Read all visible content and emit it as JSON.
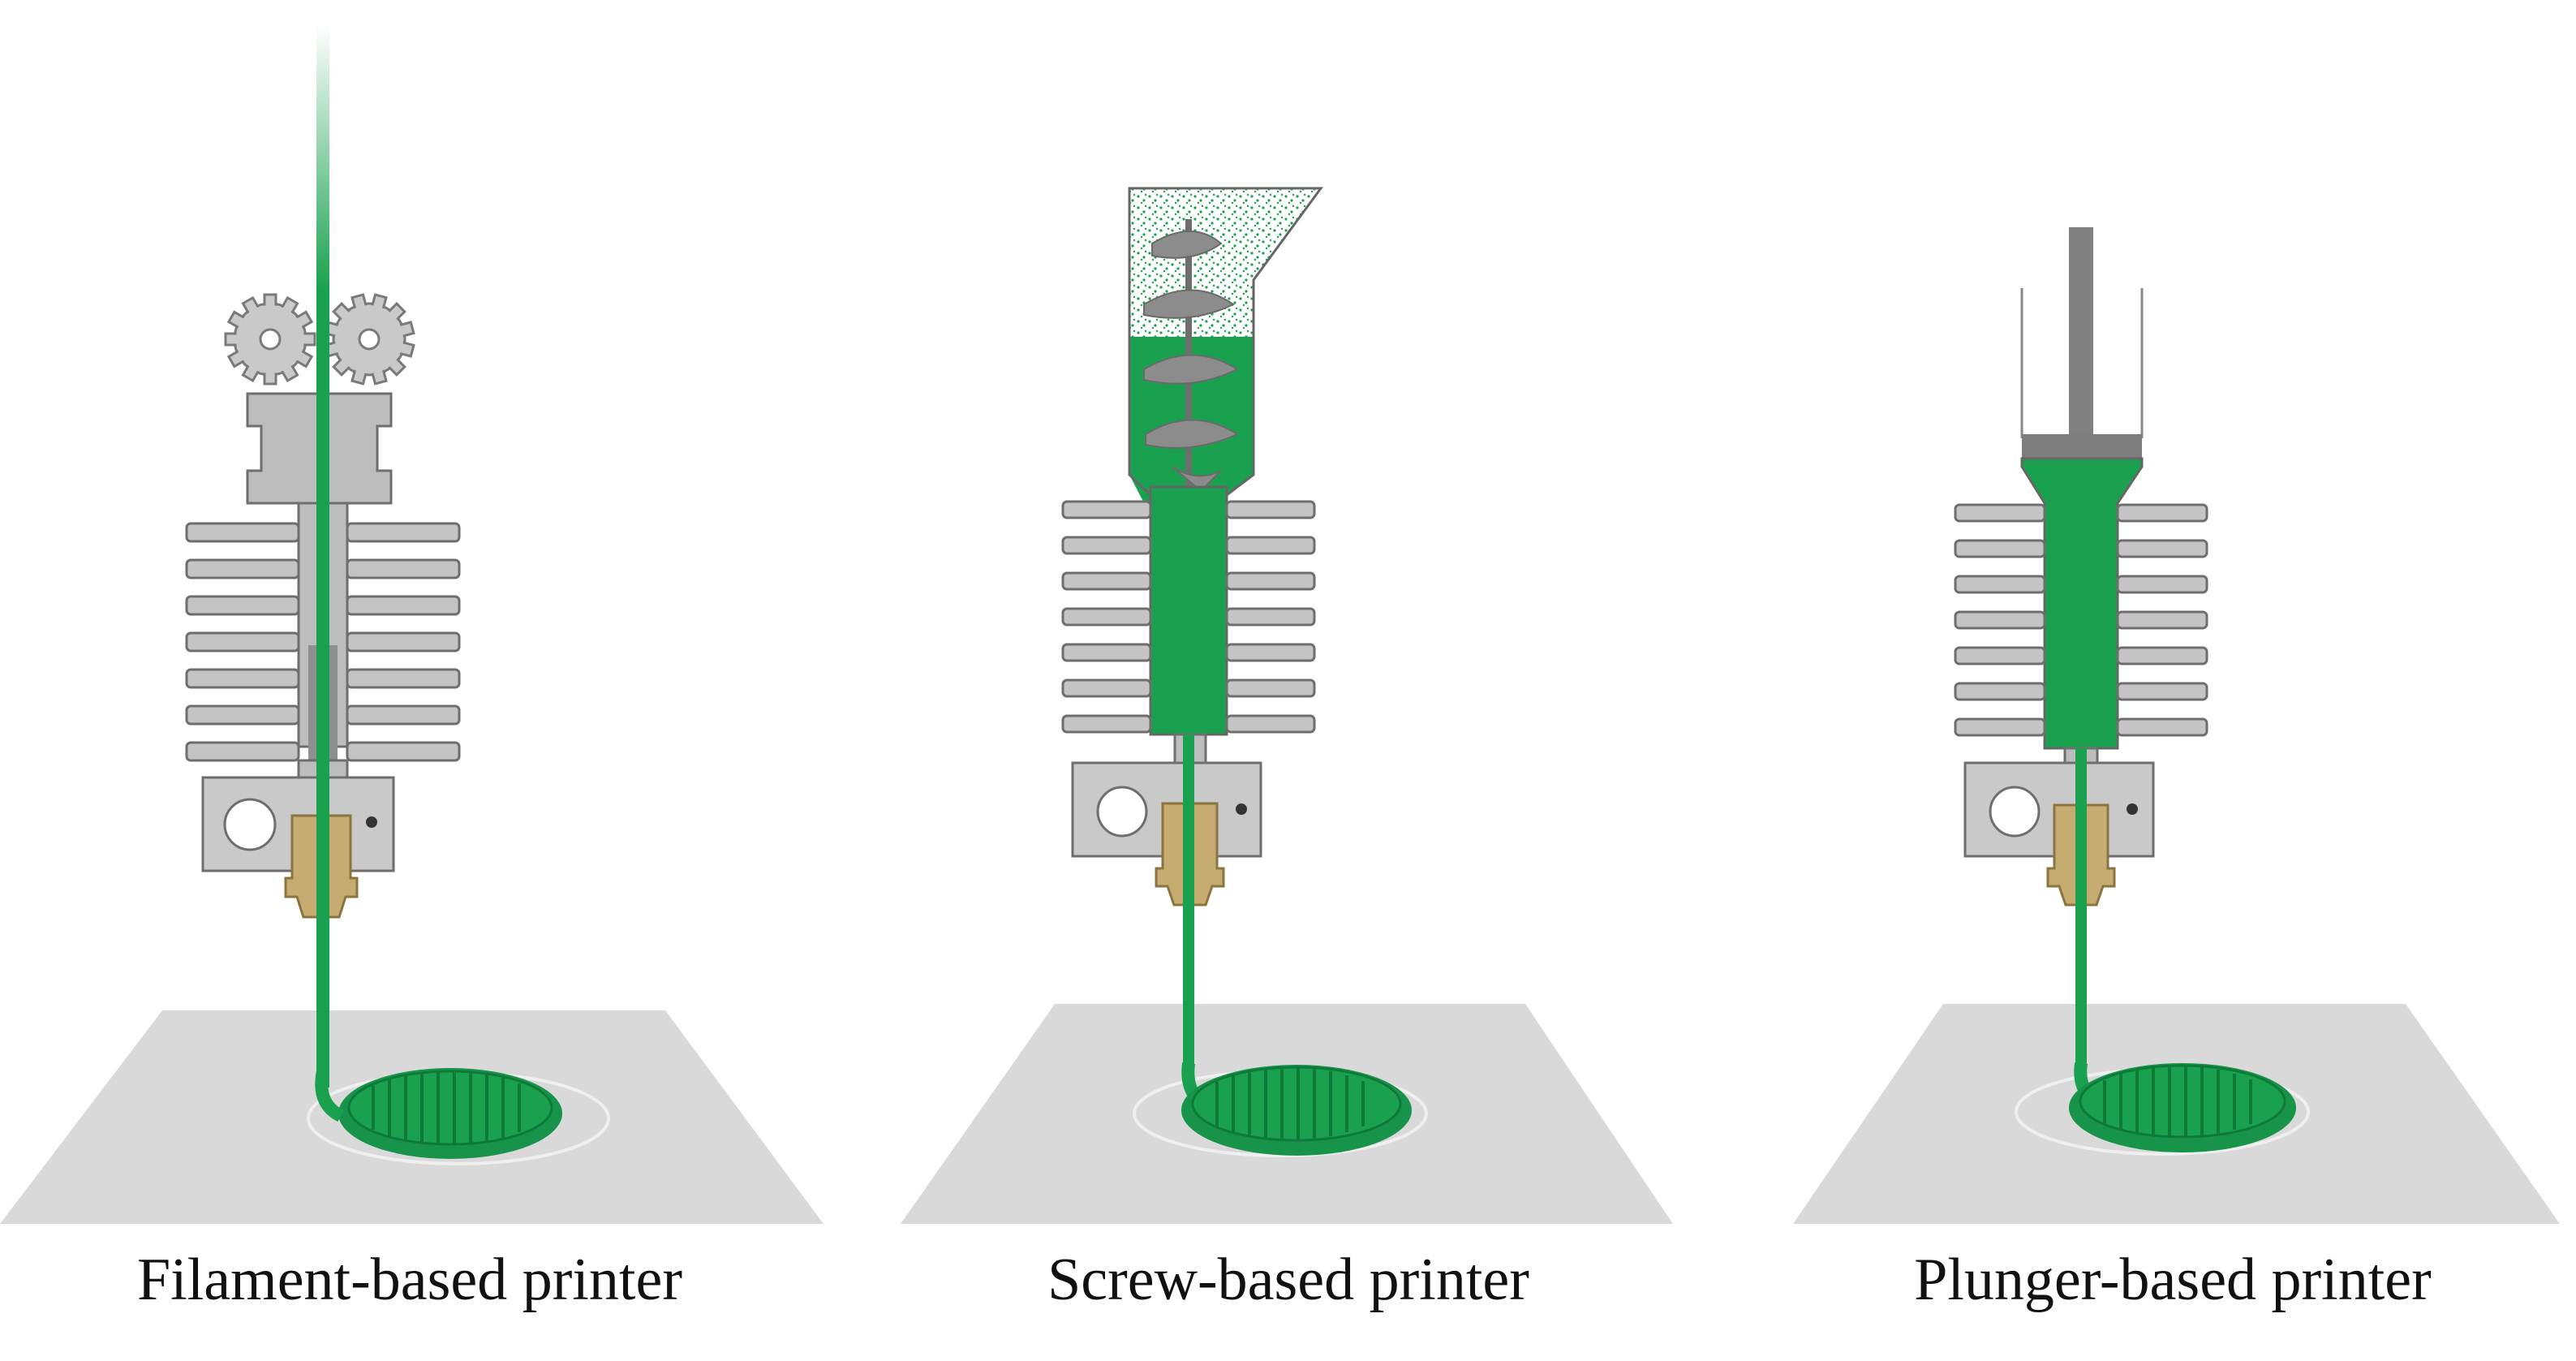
{
  "panels": [
    {
      "id": "filament",
      "caption": "Filament-based printer",
      "mechanism": "drive-gears"
    },
    {
      "id": "screw",
      "caption": "Screw-based printer",
      "mechanism": "auger-screw-with-hopper"
    },
    {
      "id": "plunger",
      "caption": "Plunger-based printer",
      "mechanism": "piston-syringe"
    }
  ],
  "colors": {
    "material": "#1aa14f",
    "metal": "#b3b3b3",
    "metal_stroke": "#6e6e6e",
    "nozzle": "#c7ac72",
    "bed": "#d8d8d8",
    "screw": "#8c8c8c",
    "plunger": "#808080"
  }
}
